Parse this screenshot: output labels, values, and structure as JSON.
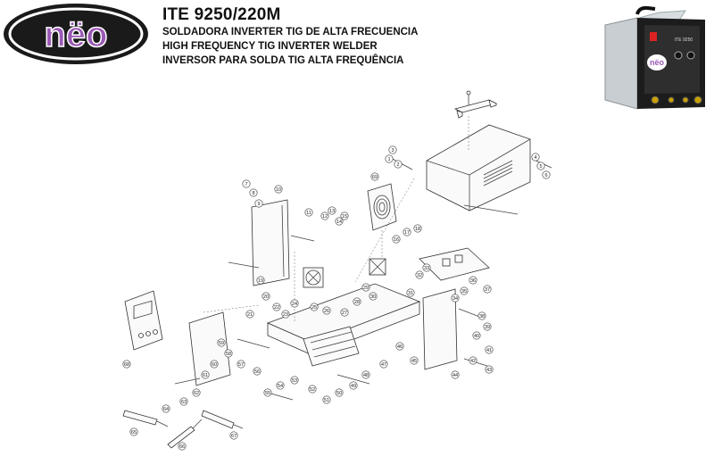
{
  "brand": {
    "logo_text": "nëo",
    "bg_color": "#1a1a1a",
    "ring_color": "#ffffff",
    "letter_color": "#9b59b6"
  },
  "header": {
    "model": "ITE 9250/220M",
    "line_es": "SOLDADORA INVERTER TIG DE ALTA FRECUENCIA",
    "line_en": "HIGH FREQUENCY TIG INVERTER WELDER",
    "line_pt": "INVERSOR PARA SOLDA TIG ALTA FREQUÊNCIA"
  },
  "product": {
    "panel_logo": "nëo",
    "panel_model": "ITE 9250"
  },
  "callouts": [
    "1",
    "2",
    "3",
    "4",
    "5",
    "6",
    "7",
    "8",
    "9",
    "10",
    "11",
    "12",
    "13",
    "14",
    "15",
    "16",
    "17",
    "18",
    "19",
    "20",
    "21",
    "22",
    "23",
    "24",
    "25",
    "26",
    "27",
    "28",
    "29",
    "30",
    "31",
    "32",
    "33",
    "34",
    "35",
    "36",
    "37",
    "38",
    "39",
    "40",
    "41",
    "42",
    "43",
    "44",
    "45",
    "46",
    "47",
    "48",
    "49",
    "50",
    "51",
    "52",
    "53",
    "54",
    "55",
    "56",
    "57",
    "58",
    "59",
    "60",
    "61",
    "62",
    "63",
    "64",
    "65",
    "66",
    "67",
    "68",
    "69"
  ]
}
